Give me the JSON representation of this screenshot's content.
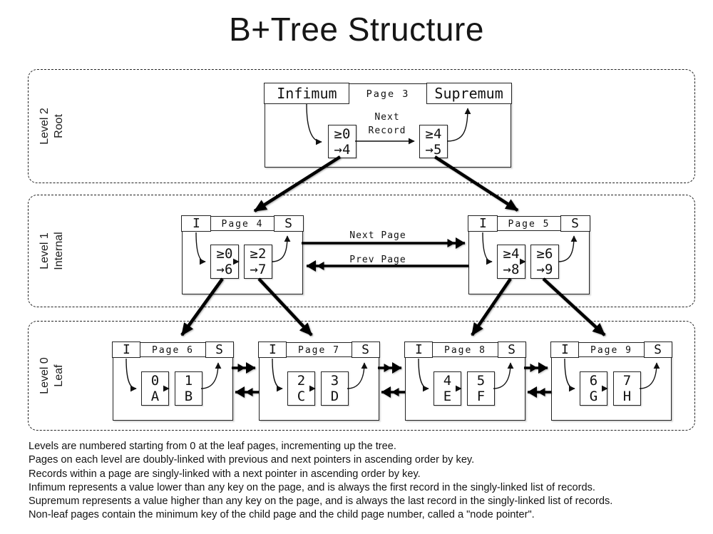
{
  "title": "B+Tree Structure",
  "levels": [
    {
      "name": "Level 2",
      "sub": "Root"
    },
    {
      "name": "Level 1",
      "sub": "Internal"
    },
    {
      "name": "Level 0",
      "sub": "Leaf"
    }
  ],
  "labels": {
    "next_record": "Next Record",
    "next_page": "Next Page",
    "prev_page": "Prev Page"
  },
  "pages": {
    "p3": {
      "title": "Page 3",
      "infimum": "Infimum",
      "supremum": "Supremum",
      "records": [
        {
          "line1": "≥0",
          "line2": "→4"
        },
        {
          "line1": "≥4",
          "line2": "→5"
        }
      ]
    },
    "p4": {
      "title": "Page 4",
      "infimum": "I",
      "supremum": "S",
      "records": [
        {
          "line1": "≥0",
          "line2": "→6"
        },
        {
          "line1": "≥2",
          "line2": "→7"
        }
      ]
    },
    "p5": {
      "title": "Page 5",
      "infimum": "I",
      "supremum": "S",
      "records": [
        {
          "line1": "≥4",
          "line2": "→8"
        },
        {
          "line1": "≥6",
          "line2": "→9"
        }
      ]
    },
    "p6": {
      "title": "Page 6",
      "infimum": "I",
      "supremum": "S",
      "records": [
        {
          "line1": "0",
          "line2": "A"
        },
        {
          "line1": "1",
          "line2": "B"
        }
      ]
    },
    "p7": {
      "title": "Page 7",
      "infimum": "I",
      "supremum": "S",
      "records": [
        {
          "line1": "2",
          "line2": "C"
        },
        {
          "line1": "3",
          "line2": "D"
        }
      ]
    },
    "p8": {
      "title": "Page 8",
      "infimum": "I",
      "supremum": "S",
      "records": [
        {
          "line1": "4",
          "line2": "E"
        },
        {
          "line1": "5",
          "line2": "F"
        }
      ]
    },
    "p9": {
      "title": "Page 9",
      "infimum": "I",
      "supremum": "S",
      "records": [
        {
          "line1": "6",
          "line2": "G"
        },
        {
          "line1": "7",
          "line2": "H"
        }
      ]
    }
  },
  "notes": [
    "Levels are numbered starting from 0 at the leaf pages, incrementing up the tree.",
    "Pages on each level are doubly-linked with previous and next pointers in ascending order by key.",
    "Records within a page are singly-linked with a next pointer in ascending order by key.",
    "Infimum represents a value lower than any key on the page, and is always the first record in the singly-linked list of records.",
    "Supremum represents a value higher than any key on the page, and is always the last record in the singly-linked list of records.",
    "Non-leaf pages contain the minimum key of the child page and the child page number, called a \"node pointer\"."
  ]
}
